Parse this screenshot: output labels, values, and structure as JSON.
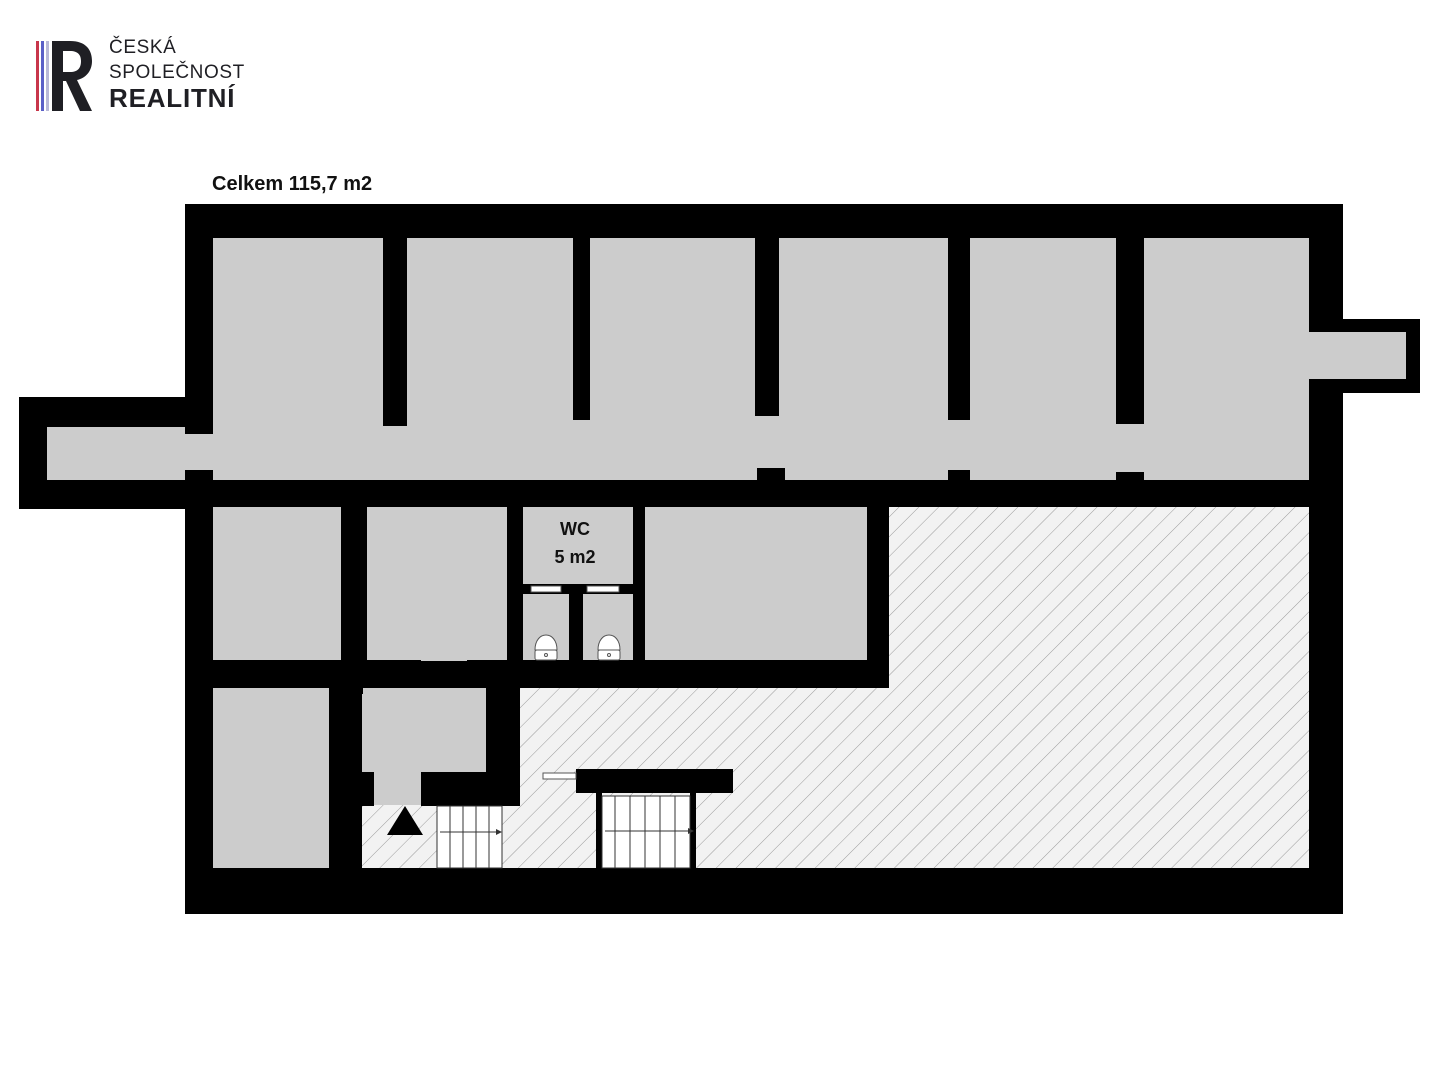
{
  "logo": {
    "line1": "ČESKÁ",
    "line2": "SPOLEČNOST",
    "line3": "REALITNÍ",
    "mark_letter": "R",
    "stripe_colors": [
      "#c8364b",
      "#5a5fc7",
      "#b9b9d8"
    ],
    "ink_color": "#1f1f24"
  },
  "plan": {
    "total_label": "Celkem 115,7 m2",
    "rooms": [
      {
        "name": "WC",
        "area": "5 m2"
      }
    ],
    "colors": {
      "wall": "#000000",
      "room_fill": "#cccccc",
      "hatch_fill": "#f2f2f2",
      "hatch_line": "#9a9a9a"
    },
    "icons": [
      "toilet-icon",
      "toilet-icon",
      "up-arrow-icon",
      "staircase-icon",
      "staircase-icon",
      "window-icon"
    ]
  }
}
